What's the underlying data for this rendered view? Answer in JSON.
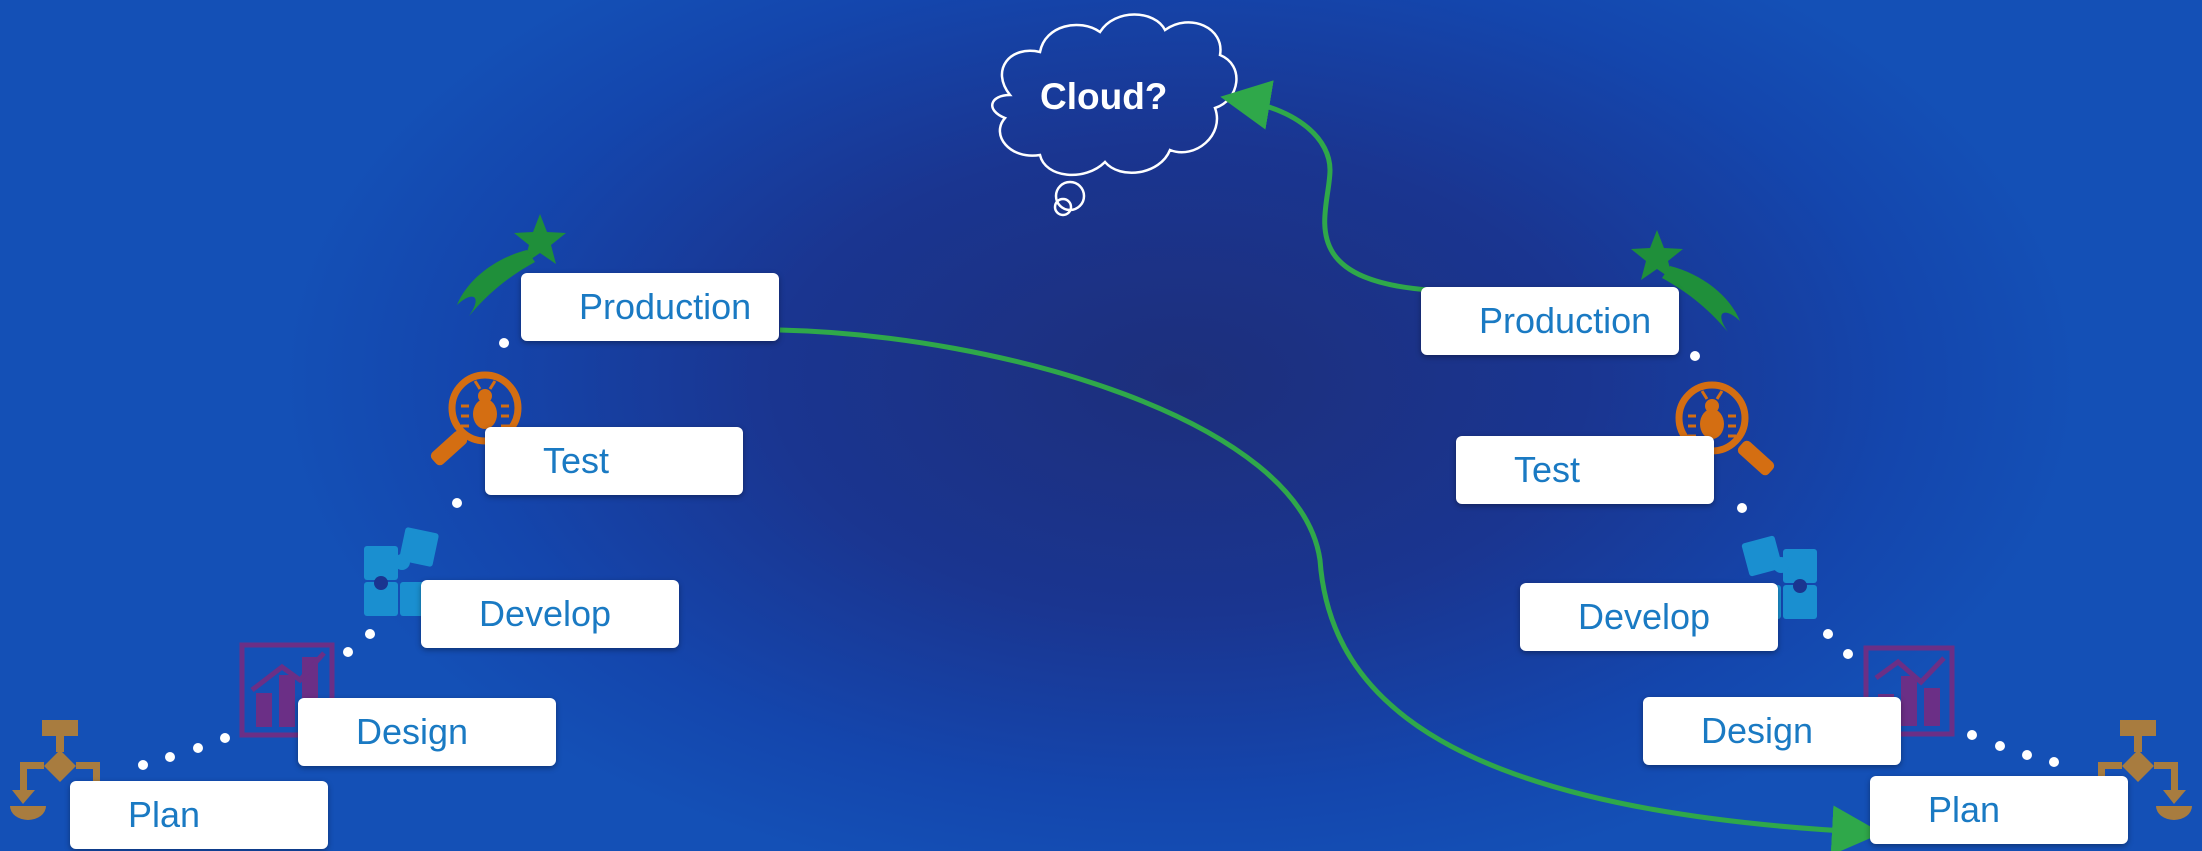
{
  "cloud": {
    "label": "Cloud?"
  },
  "left_cycle": {
    "stages": [
      {
        "label": "Plan",
        "icon": "flowchart-icon",
        "color": "#a87c3f"
      },
      {
        "label": "Design",
        "icon": "bar-chart-icon",
        "color": "#6b2f86"
      },
      {
        "label": "Develop",
        "icon": "puzzle-icon",
        "color": "#1a8fd0"
      },
      {
        "label": "Test",
        "icon": "bug-magnifier-icon",
        "color": "#d46e12"
      },
      {
        "label": "Production",
        "icon": "shooting-star-icon",
        "color": "#1f8f3a"
      }
    ]
  },
  "right_cycle": {
    "stages": [
      {
        "label": "Plan",
        "icon": "flowchart-icon",
        "color": "#a87c3f"
      },
      {
        "label": "Design",
        "icon": "bar-chart-icon",
        "color": "#6b2f86"
      },
      {
        "label": "Develop",
        "icon": "puzzle-icon",
        "color": "#1a8fd0"
      },
      {
        "label": "Test",
        "icon": "bug-magnifier-icon",
        "color": "#d46e12"
      },
      {
        "label": "Production",
        "icon": "shooting-star-icon",
        "color": "#1f8f3a"
      }
    ]
  },
  "colors": {
    "arrow": "#2fa84a",
    "box_text": "#1a7ac3",
    "background": "#1446ad"
  }
}
